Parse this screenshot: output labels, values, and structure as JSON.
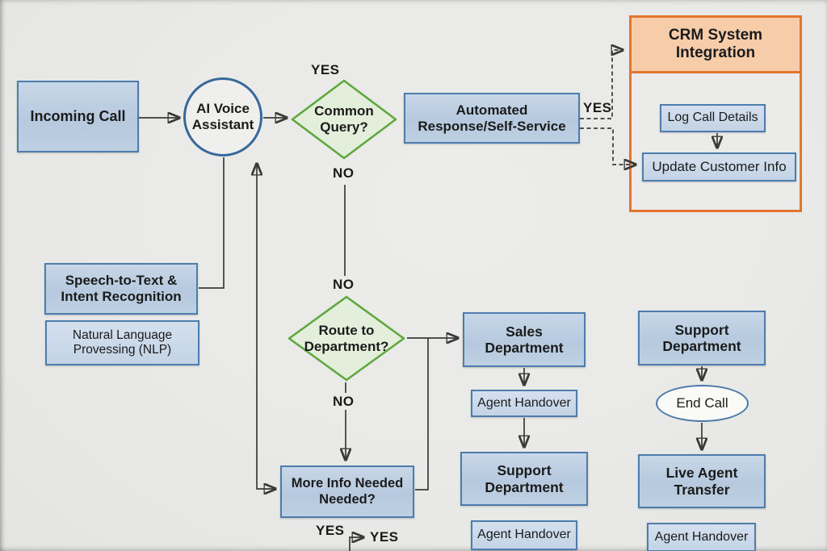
{
  "nodes": {
    "incoming_call": "Incoming Call",
    "ai_assistant": "AI Voice\nAssistant",
    "common_query": "Common\nQuery?",
    "automated_response": "Automated\nResponse/Self-Service",
    "crm_integration": "CRM System\nIntegration",
    "log_call_details": "Log Call Details",
    "update_customer_info": "Update Customer Info",
    "speech_intent": "Speech-to-Text &\nIntent Recognition",
    "nlp": "Natural Language\nProvessing (NLP)",
    "route_department": "Route to\nDepartment?",
    "sales_department": "Sales\nDepartment",
    "agent_handover_sales": "Agent Handover",
    "support_department_mid": "Support\nDepartment",
    "agent_handover_mid": "Agent Handover",
    "support_department_right": "Support\nDepartment",
    "end_call": "End Call",
    "live_agent_transfer": "Live Agent\nTransfer",
    "agent_handover_right": "Agent Handover",
    "more_info": "More Info Needed\nNeeded?"
  },
  "edge_labels": {
    "yes_common": "YES",
    "no_common": "NO",
    "no_route_in": "NO",
    "no_route_out": "NO",
    "yes_crm": "YES",
    "yes_more_info_left": "YES",
    "yes_more_info_right": "YES"
  },
  "colors": {
    "background": "#e9e9e7",
    "process_fill": "#bccfe2",
    "process_fill_light": "#c9d9e9",
    "process_border": "#4d7dad",
    "decision_fill": "#e4efdb",
    "decision_border": "#5fa83f",
    "crm_header_fill": "#f7cca9",
    "crm_border": "#e4752f",
    "connector": "#3a3a3a",
    "text": "#1b1b1b"
  }
}
